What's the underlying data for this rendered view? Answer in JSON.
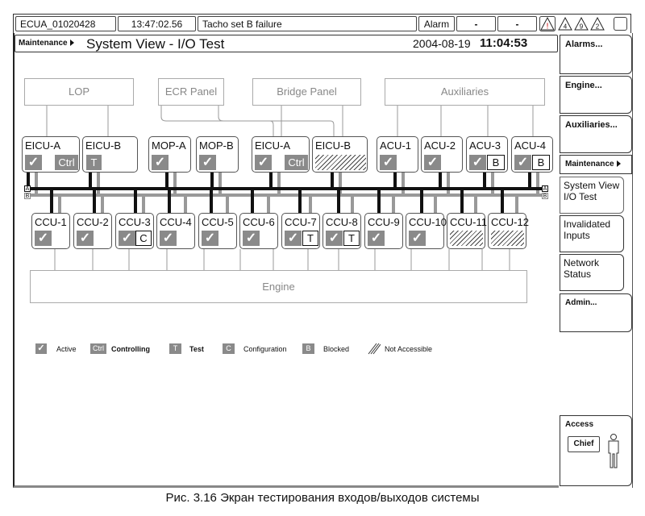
{
  "status_bar": {
    "unit_id": "ECUA_01020428",
    "alarm_time": "13:47:02.56",
    "alarm_text": "Tacho set B failure",
    "empty_field": "",
    "alarm_label": "Alarm",
    "field_dash_1": "-",
    "field_dash_2": "-",
    "alarm_icons": [
      {
        "name": "warning-icon",
        "text": "!"
      },
      {
        "name": "alarm-count-icon",
        "text": "4"
      },
      {
        "name": "alarm-count-icon",
        "text": "9"
      },
      {
        "name": "alarm-count-icon",
        "text": "2"
      }
    ]
  },
  "header": {
    "breadcrumb": "Maintenance",
    "title": "System View - I/O Test",
    "date": "2004-08-19",
    "time": "11:04:53"
  },
  "panels": {
    "lop": "LOP",
    "ecr": "ECR Panel",
    "bridge": "Bridge Panel",
    "auxiliaries": "Auxiliaries",
    "engine": "Engine"
  },
  "top_units": [
    {
      "label": "EICU-A",
      "status": [
        "active",
        "ctrl"
      ]
    },
    {
      "label": "EICU-B",
      "status": [
        "test"
      ]
    },
    {
      "label": "MOP-A",
      "status": [
        "active"
      ]
    },
    {
      "label": "MOP-B",
      "status": [
        "active"
      ]
    },
    {
      "label": "EICU-A",
      "status": [
        "active",
        "ctrl"
      ]
    },
    {
      "label": "EICU-B",
      "status": [
        "not-accessible"
      ]
    },
    {
      "label": "ACU-1",
      "status": [
        "active"
      ]
    },
    {
      "label": "ACU-2",
      "status": [
        "active"
      ]
    },
    {
      "label": "ACU-3",
      "status": [
        "active",
        "blocked"
      ]
    },
    {
      "label": "ACU-4",
      "status": [
        "active",
        "blocked"
      ]
    }
  ],
  "ccu_units": [
    {
      "label": "CCU-1",
      "status": [
        "active"
      ]
    },
    {
      "label": "CCU-2",
      "status": [
        "active"
      ]
    },
    {
      "label": "CCU-3",
      "status": [
        "active",
        "config"
      ]
    },
    {
      "label": "CCU-4",
      "status": [
        "active"
      ]
    },
    {
      "label": "CCU-5",
      "status": [
        "active"
      ]
    },
    {
      "label": "CCU-6",
      "status": [
        "active"
      ]
    },
    {
      "label": "CCU-7",
      "status": [
        "active",
        "test"
      ]
    },
    {
      "label": "CCU-8",
      "status": [
        "active",
        "test"
      ]
    },
    {
      "label": "CCU-9",
      "status": [
        "active"
      ]
    },
    {
      "label": "CCU-10",
      "status": [
        "active"
      ]
    },
    {
      "label": "CCU-11",
      "status": [
        "not-accessible"
      ]
    },
    {
      "label": "CCU-12",
      "status": [
        "not-accessible"
      ]
    }
  ],
  "glyphs": {
    "check": "✓",
    "ctrl": "Ctrl",
    "test": "T",
    "config": "C",
    "blocked": "B",
    "bus_a": "A",
    "bus_b": "B"
  },
  "legend": {
    "active": "Active",
    "controlling": "Controlling",
    "test": "Test",
    "configuration": "Configuration",
    "blocked": "Blocked",
    "not_accessible": "Not Accessible"
  },
  "menu": {
    "alarms": "Alarms...",
    "engine": "Engine...",
    "auxiliaries": "Auxiliaries...",
    "maintenance": "Maintenance",
    "system_view_1": "System View",
    "system_view_2": "I/O Test",
    "invalidated_1": "Invalidated",
    "invalidated_2": "Inputs",
    "network_1": "Network",
    "network_2": "Status",
    "admin": "Admin...",
    "access": "Access",
    "access_level": "Chief"
  },
  "caption": "Рис. 3.16 Экран тестирования входов/выходов системы",
  "colors": {
    "status_fill": "#8a8a8a",
    "bus_a": "#111111",
    "bus_b": "#999999",
    "panel_border": "#aaaaaa"
  }
}
